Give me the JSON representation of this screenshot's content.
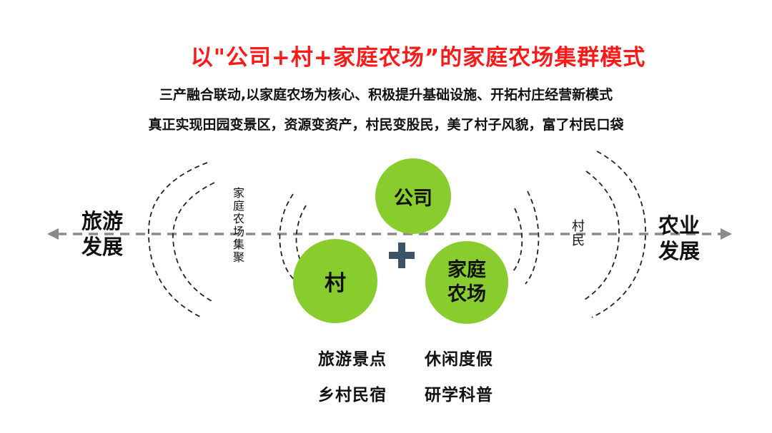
{
  "title": "以\"公司+村+家庭农场”的家庭农场集群模式",
  "subtitles": [
    "三产融合联动,以家庭农场为核心、积极提升基础设施、开拓村庄经营新模式",
    "真正实现田园变景区，资源变资产，村民变股民，美了村子风貌，富了村民口袋"
  ],
  "axis": {
    "left_label": "旅游发展",
    "right_label": "农业发展"
  },
  "ring_labels": {
    "left": "家庭农场集聚",
    "right": "村民"
  },
  "circles": {
    "company": "公司",
    "village": "村",
    "farm": "家庭农场"
  },
  "bottom": {
    "left": [
      "旅游景点",
      "乡村民宿"
    ],
    "right": [
      "休闲度假",
      "研学科普"
    ]
  },
  "colors": {
    "title": "#ff1a1a",
    "circle": "#88cc2e",
    "plus": "#3d5368",
    "axis": "#8a8a8a"
  }
}
